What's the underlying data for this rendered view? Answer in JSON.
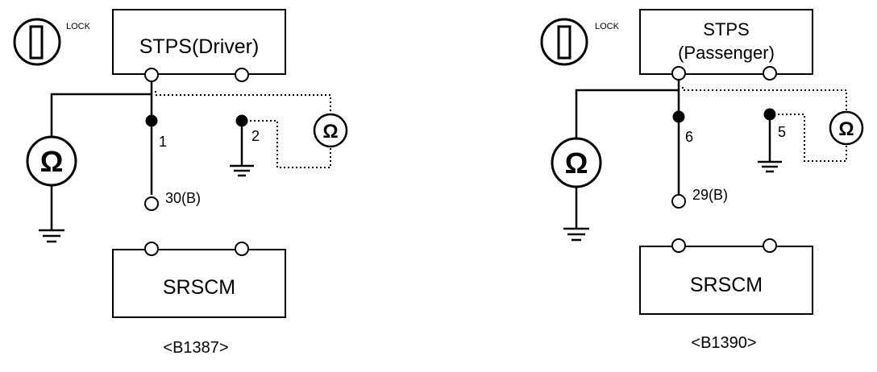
{
  "diagrams": [
    {
      "lock_label": "LOCK",
      "sensor_line1": "STPS(Driver)",
      "sensor_line2": "",
      "pin_a": "1",
      "pin_b": "2",
      "scm_terminal": "30(B)",
      "module_label": "SRSCM",
      "code": "<B1387>",
      "ohm_large": "Ω",
      "ohm_small": "Ω"
    },
    {
      "lock_label": "LOCK",
      "sensor_line1": "STPS",
      "sensor_line2": "(Passenger)",
      "pin_a": "6",
      "pin_b": "5",
      "scm_terminal": "29(B)",
      "module_label": "SRSCM",
      "code": "<B1390>",
      "ohm_large": "Ω",
      "ohm_small": "Ω"
    }
  ]
}
